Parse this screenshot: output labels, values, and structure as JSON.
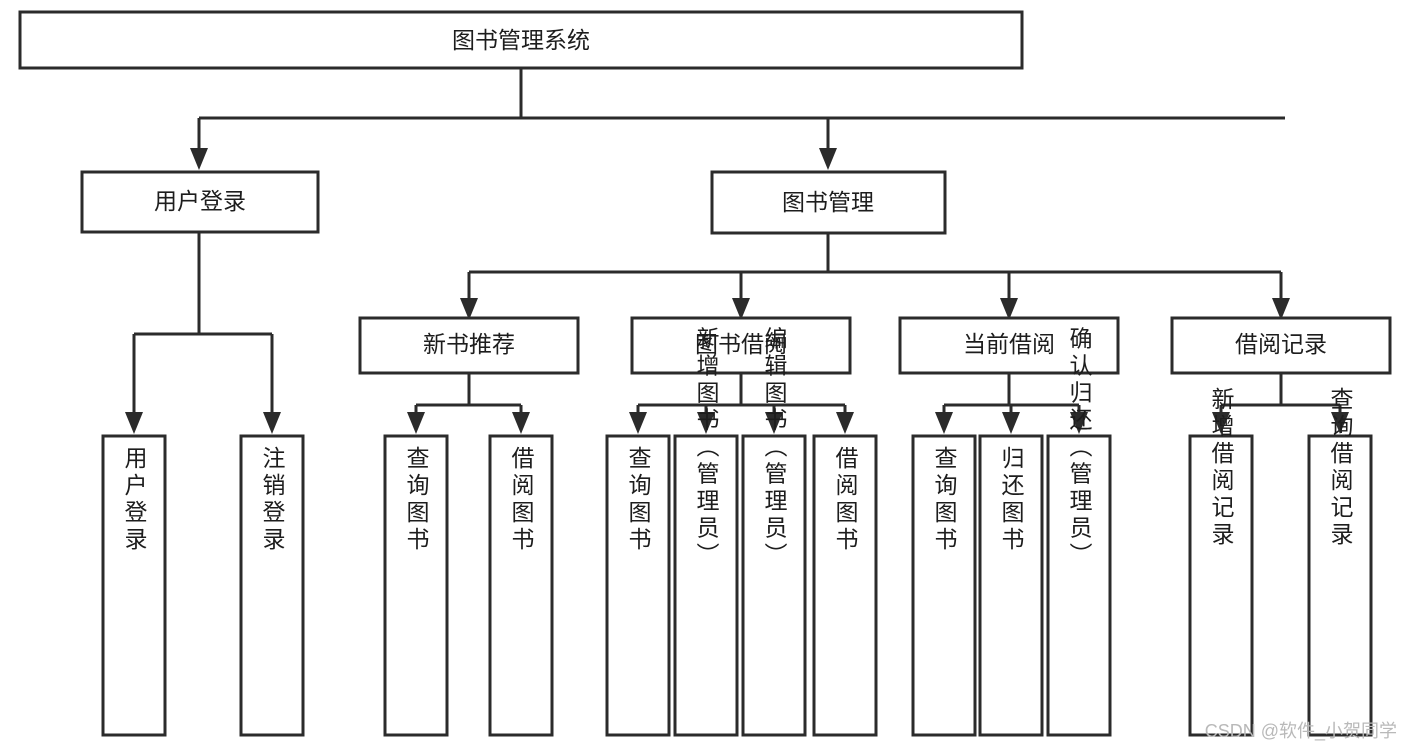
{
  "diagram": {
    "type": "tree-hierarchy-flowchart",
    "title": "图书管理系统",
    "watermark": "CSDN @软件_小贺同学",
    "colors": {
      "stroke": "#2b2b2b",
      "fill": "#ffffff",
      "text": "#1d1d1d",
      "background": "#ffffff",
      "watermark": "#b9b9b9"
    },
    "root": {
      "label": "图书管理系统"
    },
    "level2": [
      {
        "label": "用户登录"
      },
      {
        "label": "图书管理"
      }
    ],
    "level3": [
      {
        "label": "新书推荐"
      },
      {
        "label": "图书借阅"
      },
      {
        "label": "当前借阅"
      },
      {
        "label": "借阅记录"
      }
    ],
    "leaves": {
      "user_login": [
        {
          "label": "用户登录"
        },
        {
          "label": "注销登录"
        }
      ],
      "new_book_recommend": [
        {
          "label": "查询图书"
        },
        {
          "label": "借阅图书"
        }
      ],
      "book_borrow": [
        {
          "label": "查询图书"
        },
        {
          "label": "新增图书（管理员）"
        },
        {
          "label": "编辑图书（管理员）"
        },
        {
          "label": "借阅图书"
        }
      ],
      "current_borrow": [
        {
          "label": "查询图书"
        },
        {
          "label": "归还图书"
        },
        {
          "label": "确认归还（管理员）"
        }
      ],
      "borrow_record": [
        {
          "label": "新增借阅记录"
        },
        {
          "label": "查询借阅记录"
        }
      ]
    }
  }
}
